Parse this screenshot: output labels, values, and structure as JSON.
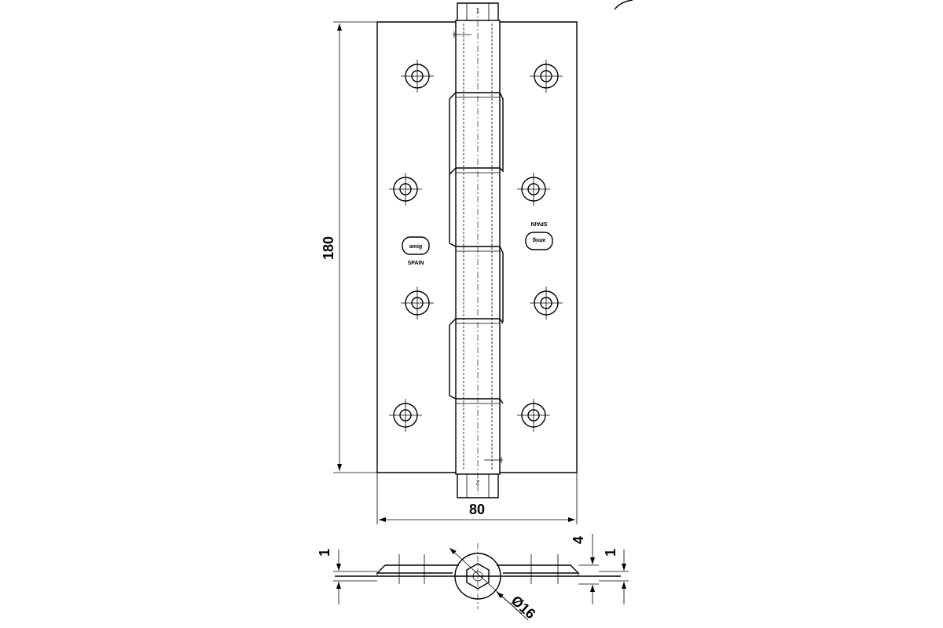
{
  "dimensions": {
    "height": "180",
    "width": "80",
    "thickness_left": "1",
    "thickness_right": "1",
    "offset": "4",
    "pin_diameter": "Ø16"
  },
  "marks": {
    "logo_text": "amig",
    "origin_left": "SPAIN",
    "origin_right": "SPAIN",
    "pin_top_number": "1",
    "pin_bottom_number": "2"
  }
}
